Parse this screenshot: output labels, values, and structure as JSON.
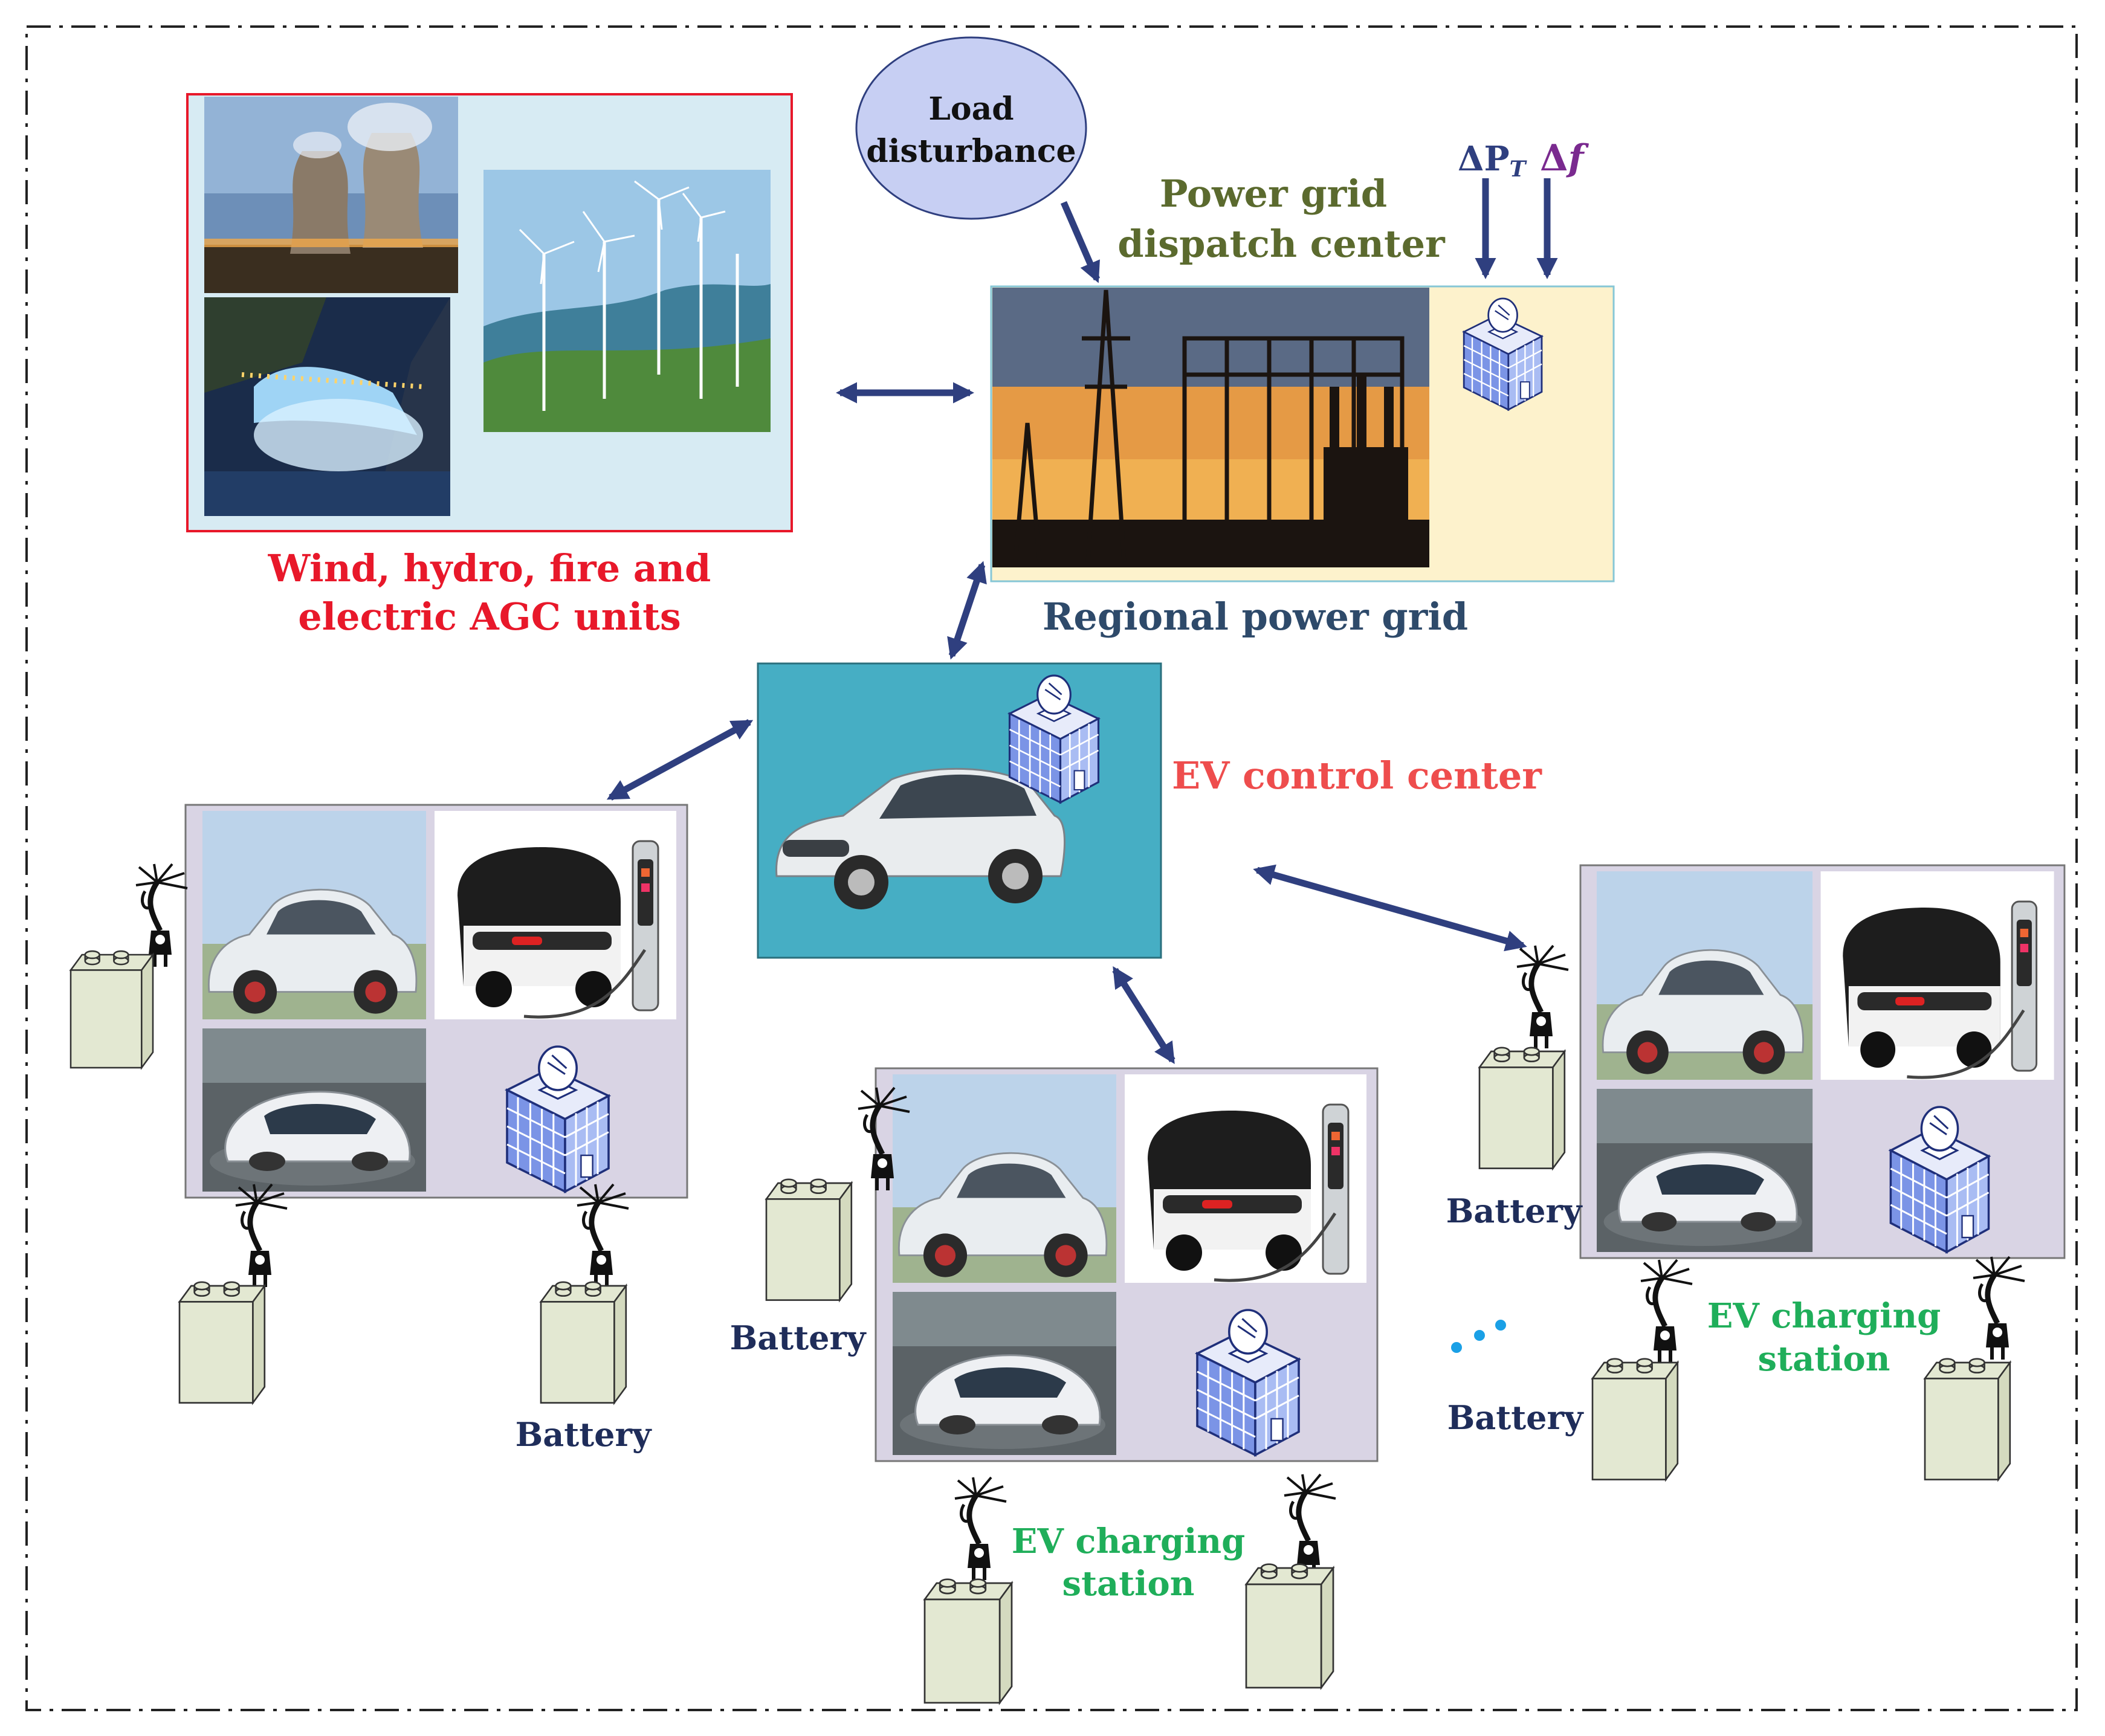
{
  "labels": {
    "load_disturbance_line1": "Load",
    "load_disturbance_line2": "disturbance",
    "dispatch_line1": "Power grid",
    "dispatch_line2": "dispatch center",
    "delta_p": "ΔP",
    "delta_p_sub": "T",
    "delta_f_delta": "Δ",
    "delta_f_f": "f",
    "agc_line1": "Wind, hydro, fire and",
    "agc_line2": "electric AGC units",
    "regional_grid": "Regional power grid",
    "ev_control_center": "EV control center",
    "battery": "Battery",
    "ev_station_line1": "EV charging",
    "ev_station_line2": "station"
  },
  "colors": {
    "agc_red": "#e8182a",
    "dispatch_olive": "#5b6a2e",
    "grid_navy": "#2e4a6a",
    "ev_red": "#ee4d4d",
    "battery_navy": "#1f2d5a",
    "station_green": "#1fae5a",
    "arrow_blue": "#2f3f7f",
    "delta_f_purple": "#7a2a8f",
    "control_center_teal": "#46aec4",
    "station_panel": "#d9d4e4",
    "battery_fill": "#e3e8d2",
    "cloud_fill": "#c7cff3"
  }
}
